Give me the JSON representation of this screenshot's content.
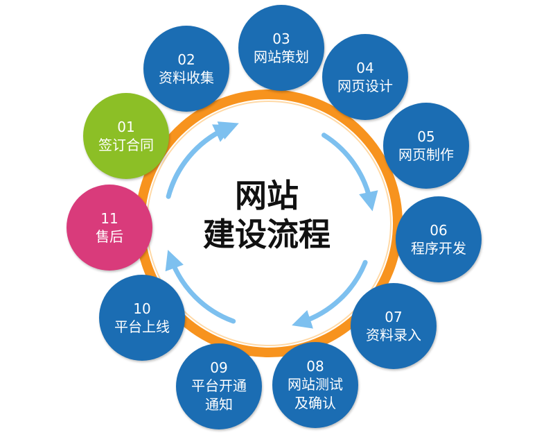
{
  "center": {
    "line1": "网站",
    "line2": "建设流程"
  },
  "colors": {
    "blue": "#1b6db3",
    "green": "#8cbf26",
    "pink": "#d93b7b",
    "ring": "#f7931e",
    "arrow": "#7dc0ef"
  },
  "steps": [
    {
      "num": "01",
      "label": "签订合同",
      "color": "green"
    },
    {
      "num": "02",
      "label": "资料收集",
      "color": "blue"
    },
    {
      "num": "03",
      "label": "网站策划",
      "color": "blue"
    },
    {
      "num": "04",
      "label": "网页设计",
      "color": "blue"
    },
    {
      "num": "05",
      "label": "网页制作",
      "color": "blue"
    },
    {
      "num": "06",
      "label": "程序开发",
      "color": "blue"
    },
    {
      "num": "07",
      "label": "资料录入",
      "color": "blue"
    },
    {
      "num": "08",
      "label": "网站测试",
      "label2": "及确认",
      "color": "blue"
    },
    {
      "num": "09",
      "label": "平台开通",
      "label2": "通知",
      "color": "blue"
    },
    {
      "num": "10",
      "label": "平台上线",
      "color": "blue"
    },
    {
      "num": "11",
      "label": "售后",
      "color": "pink"
    }
  ]
}
